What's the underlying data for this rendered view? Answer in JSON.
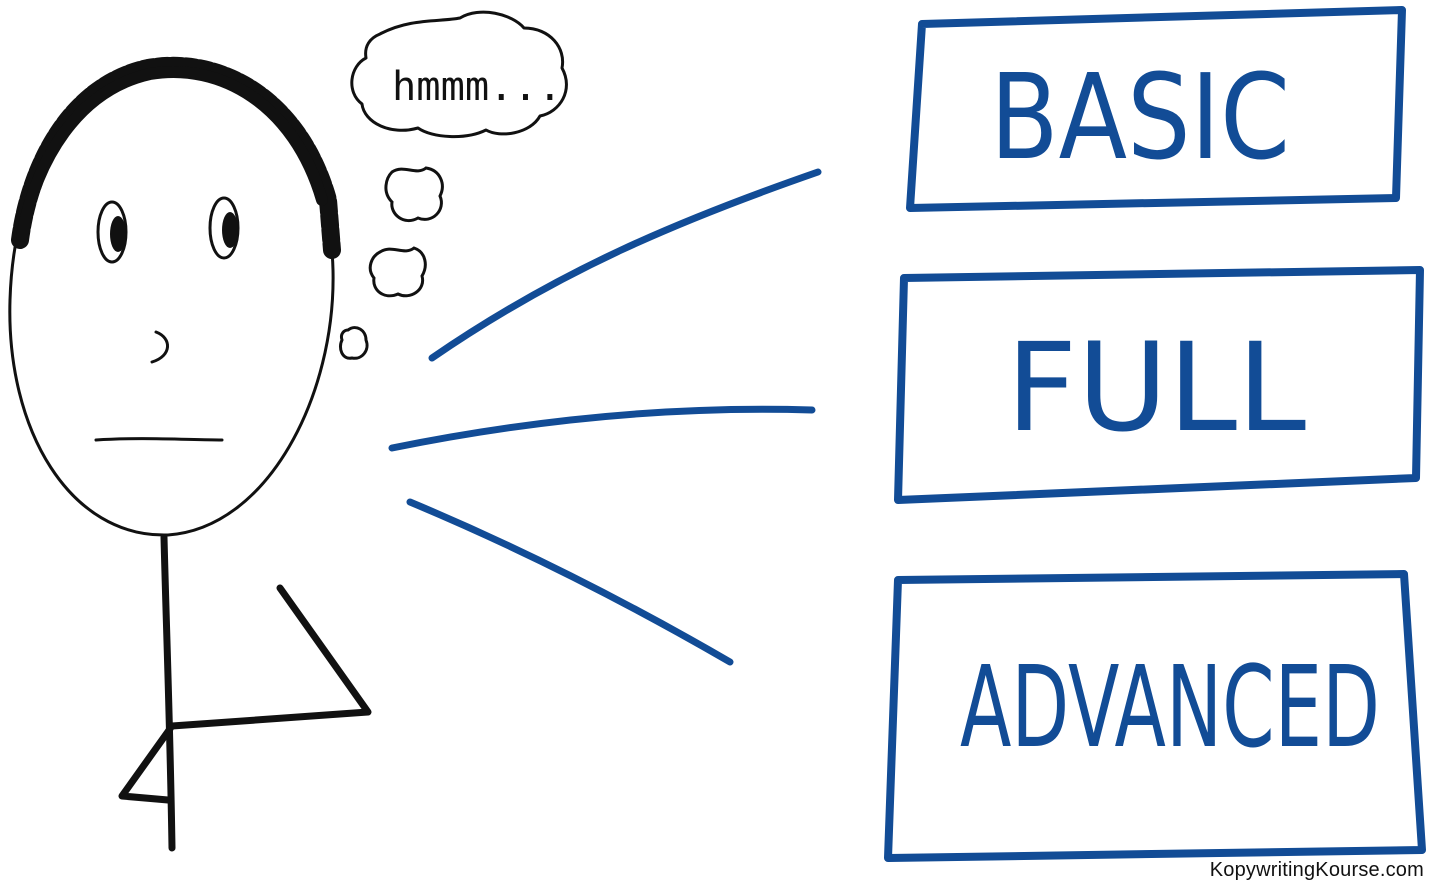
{
  "thought": {
    "text": "hmmm..."
  },
  "options": [
    {
      "label": "BASIC"
    },
    {
      "label": "FULL"
    },
    {
      "label": "ADVANCED"
    }
  ],
  "credit": "KopywritingKourse.com",
  "colors": {
    "ink_blue": "#124c96",
    "ink_black": "#111111",
    "background": "#ffffff"
  }
}
